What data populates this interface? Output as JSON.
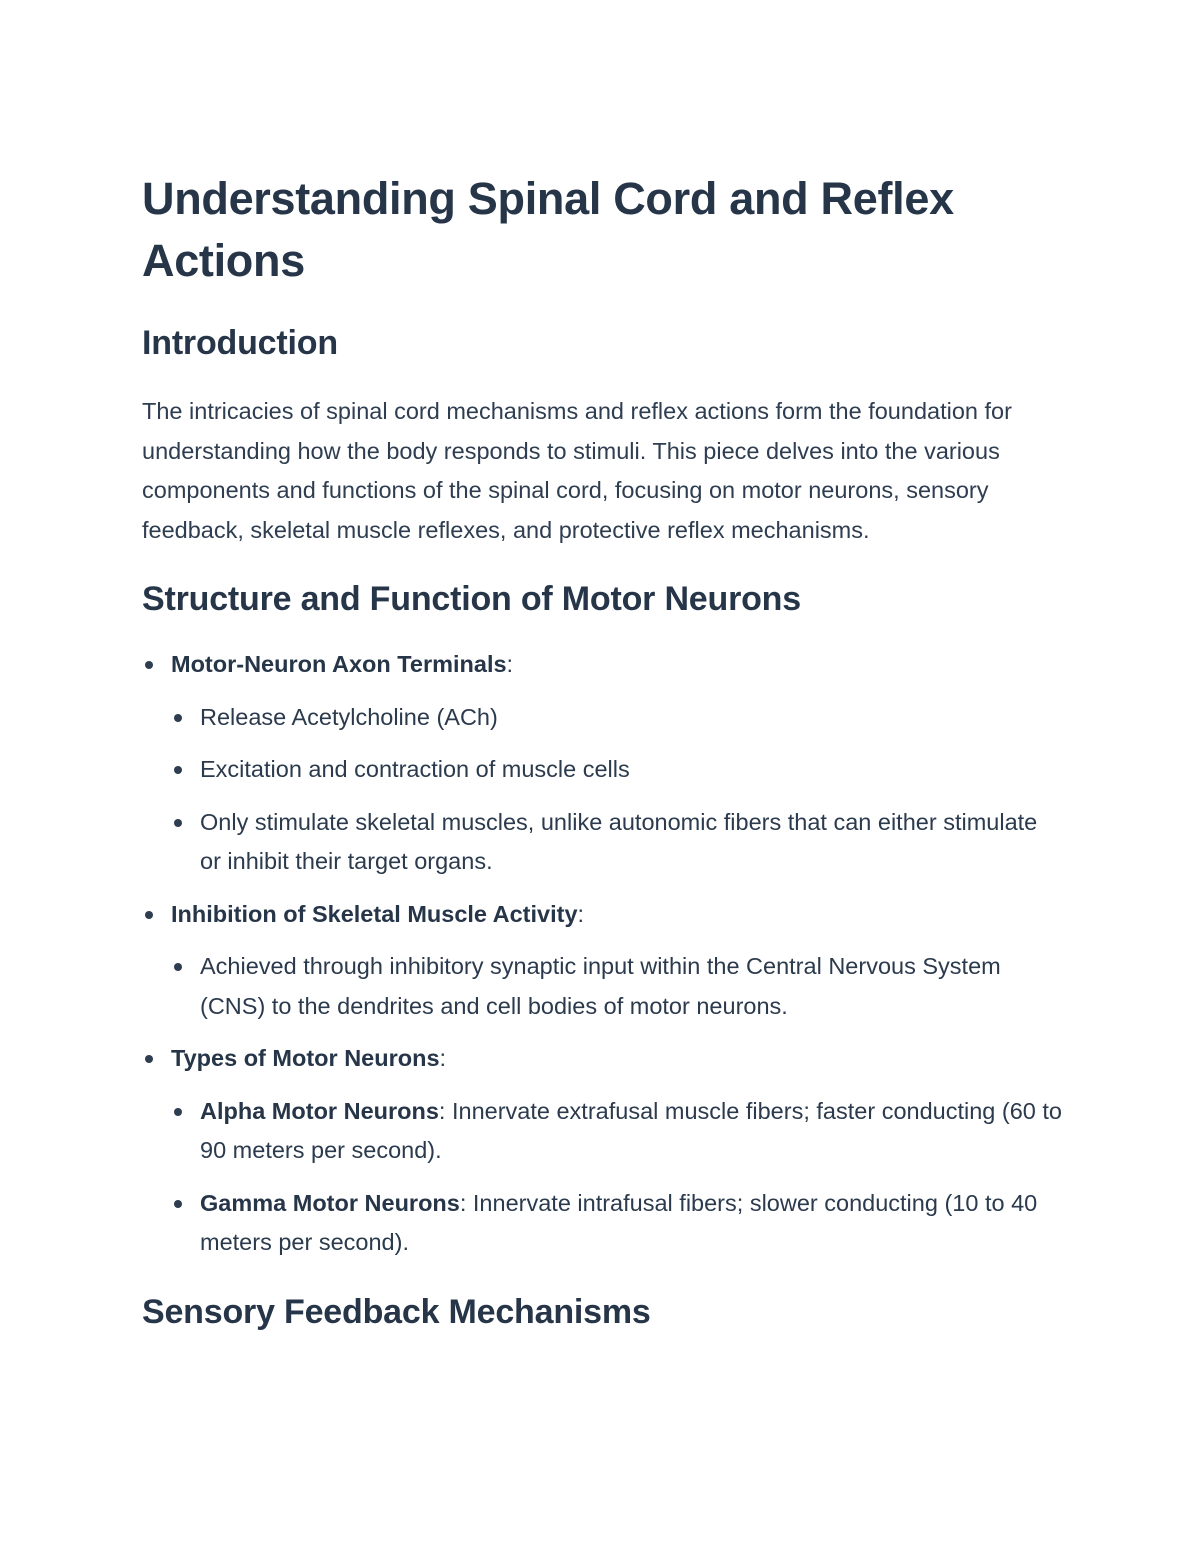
{
  "title": "Understanding Spinal Cord and Reflex Actions",
  "introduction": {
    "heading": "Introduction",
    "paragraph": "The intricacies of spinal cord mechanisms and reflex actions form the foundation for understanding how the body responds to stimuli. This piece delves into the various components and functions of the spinal cord, focusing on motor neurons, sensory feedback, skeletal muscle reflexes, and protective reflex mechanisms."
  },
  "motor_section": {
    "heading": "Structure and Function of Motor Neurons",
    "items": [
      {
        "label": "Motor-Neuron Axon Terminals",
        "suffix": ":",
        "subitems": [
          "Release Acetylcholine (ACh)",
          "Excitation and contraction of muscle cells",
          "Only stimulate skeletal muscles, unlike autonomic fibers that can either stimulate or inhibit their target organs."
        ]
      },
      {
        "label": "Inhibition of Skeletal Muscle Activity",
        "suffix": ":",
        "subitems": [
          "Achieved through inhibitory synaptic input within the Central Nervous System (CNS) to the dendrites and cell bodies of motor neurons."
        ]
      },
      {
        "label": "Types of Motor Neurons",
        "suffix": ":",
        "subitems_labeled": [
          {
            "label": "Alpha Motor Neurons",
            "text": ": Innervate extrafusal muscle fibers; faster conducting (60 to 90 meters per second)."
          },
          {
            "label": "Gamma Motor Neurons",
            "text": ": Innervate intrafusal fibers; slower conducting (10 to 40 meters per second)."
          }
        ]
      }
    ]
  },
  "sensory_section": {
    "heading": "Sensory Feedback Mechanisms"
  }
}
